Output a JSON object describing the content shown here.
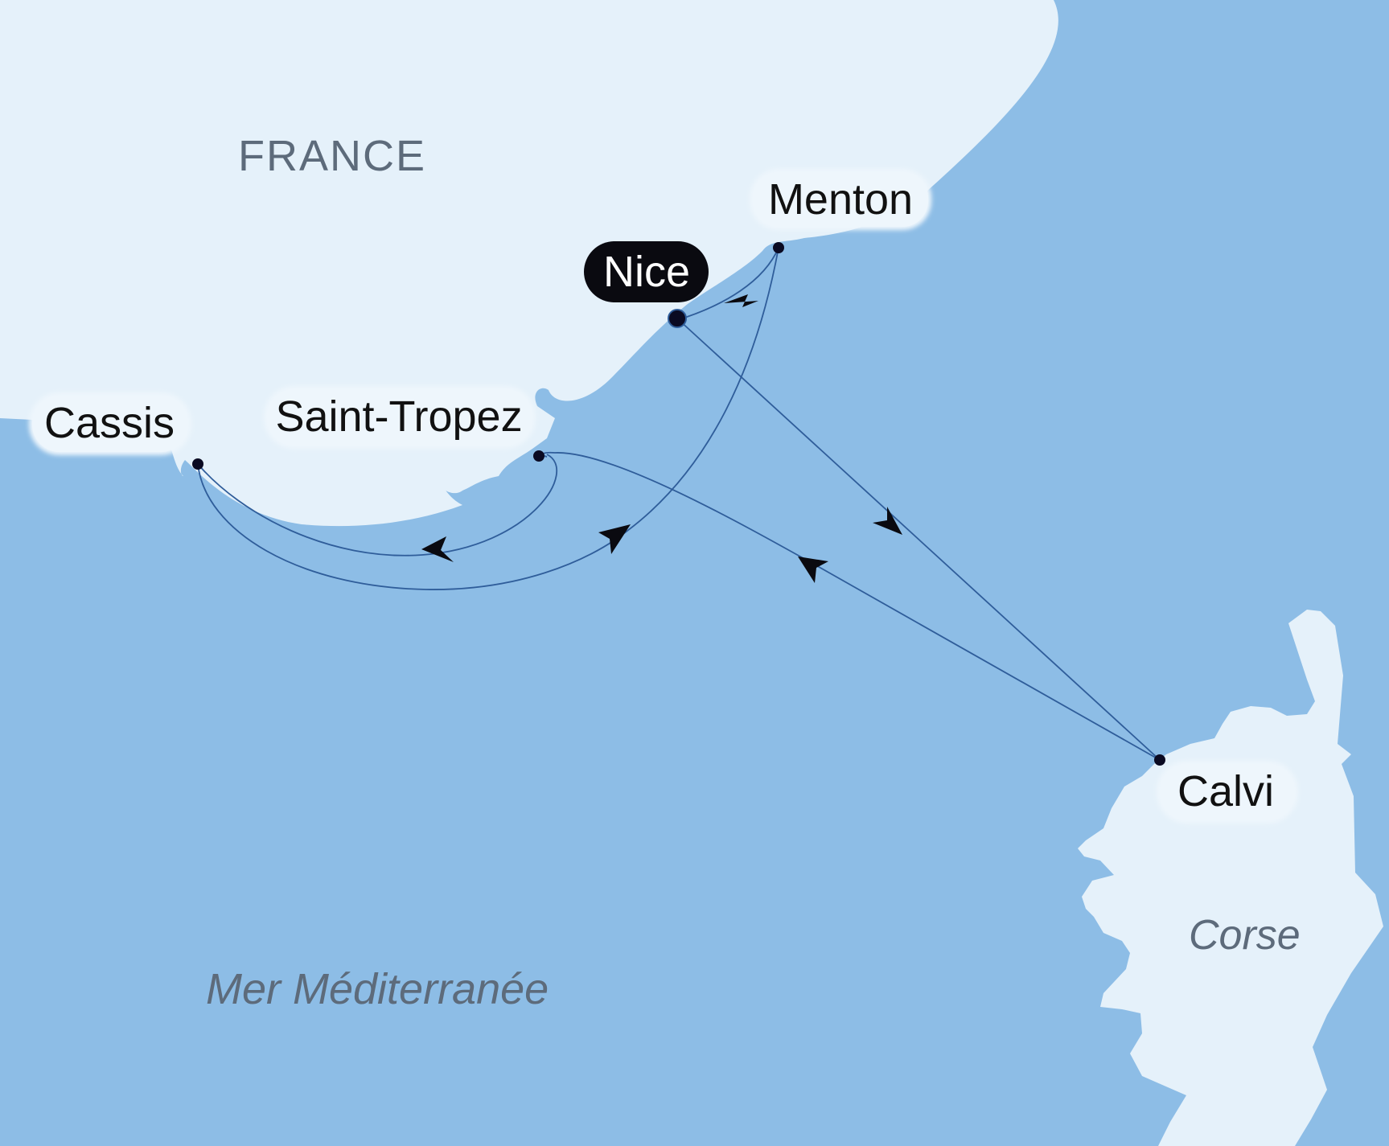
{
  "regions": {
    "country": "FRANCE",
    "island": "Corse",
    "sea": "Mer Méditerranée"
  },
  "ports": {
    "nice": {
      "name": "Nice",
      "highlighted": true
    },
    "menton": {
      "name": "Menton"
    },
    "saint_tropez": {
      "name": "Saint-Tropez"
    },
    "cassis": {
      "name": "Cassis"
    },
    "calvi": {
      "name": "Calvi"
    }
  },
  "route_order": [
    "Nice",
    "Calvi",
    "Saint-Tropez",
    "Cassis",
    "Menton",
    "Nice"
  ],
  "colors": {
    "sea": "#8dbde6",
    "land": "#e5f1fa",
    "route": "#2f5d9a",
    "label_bg": "#eef6fc",
    "highlight_bg": "#0a0a10",
    "highlight_text": "#ffffff",
    "port_dot": "#0a0a22"
  }
}
